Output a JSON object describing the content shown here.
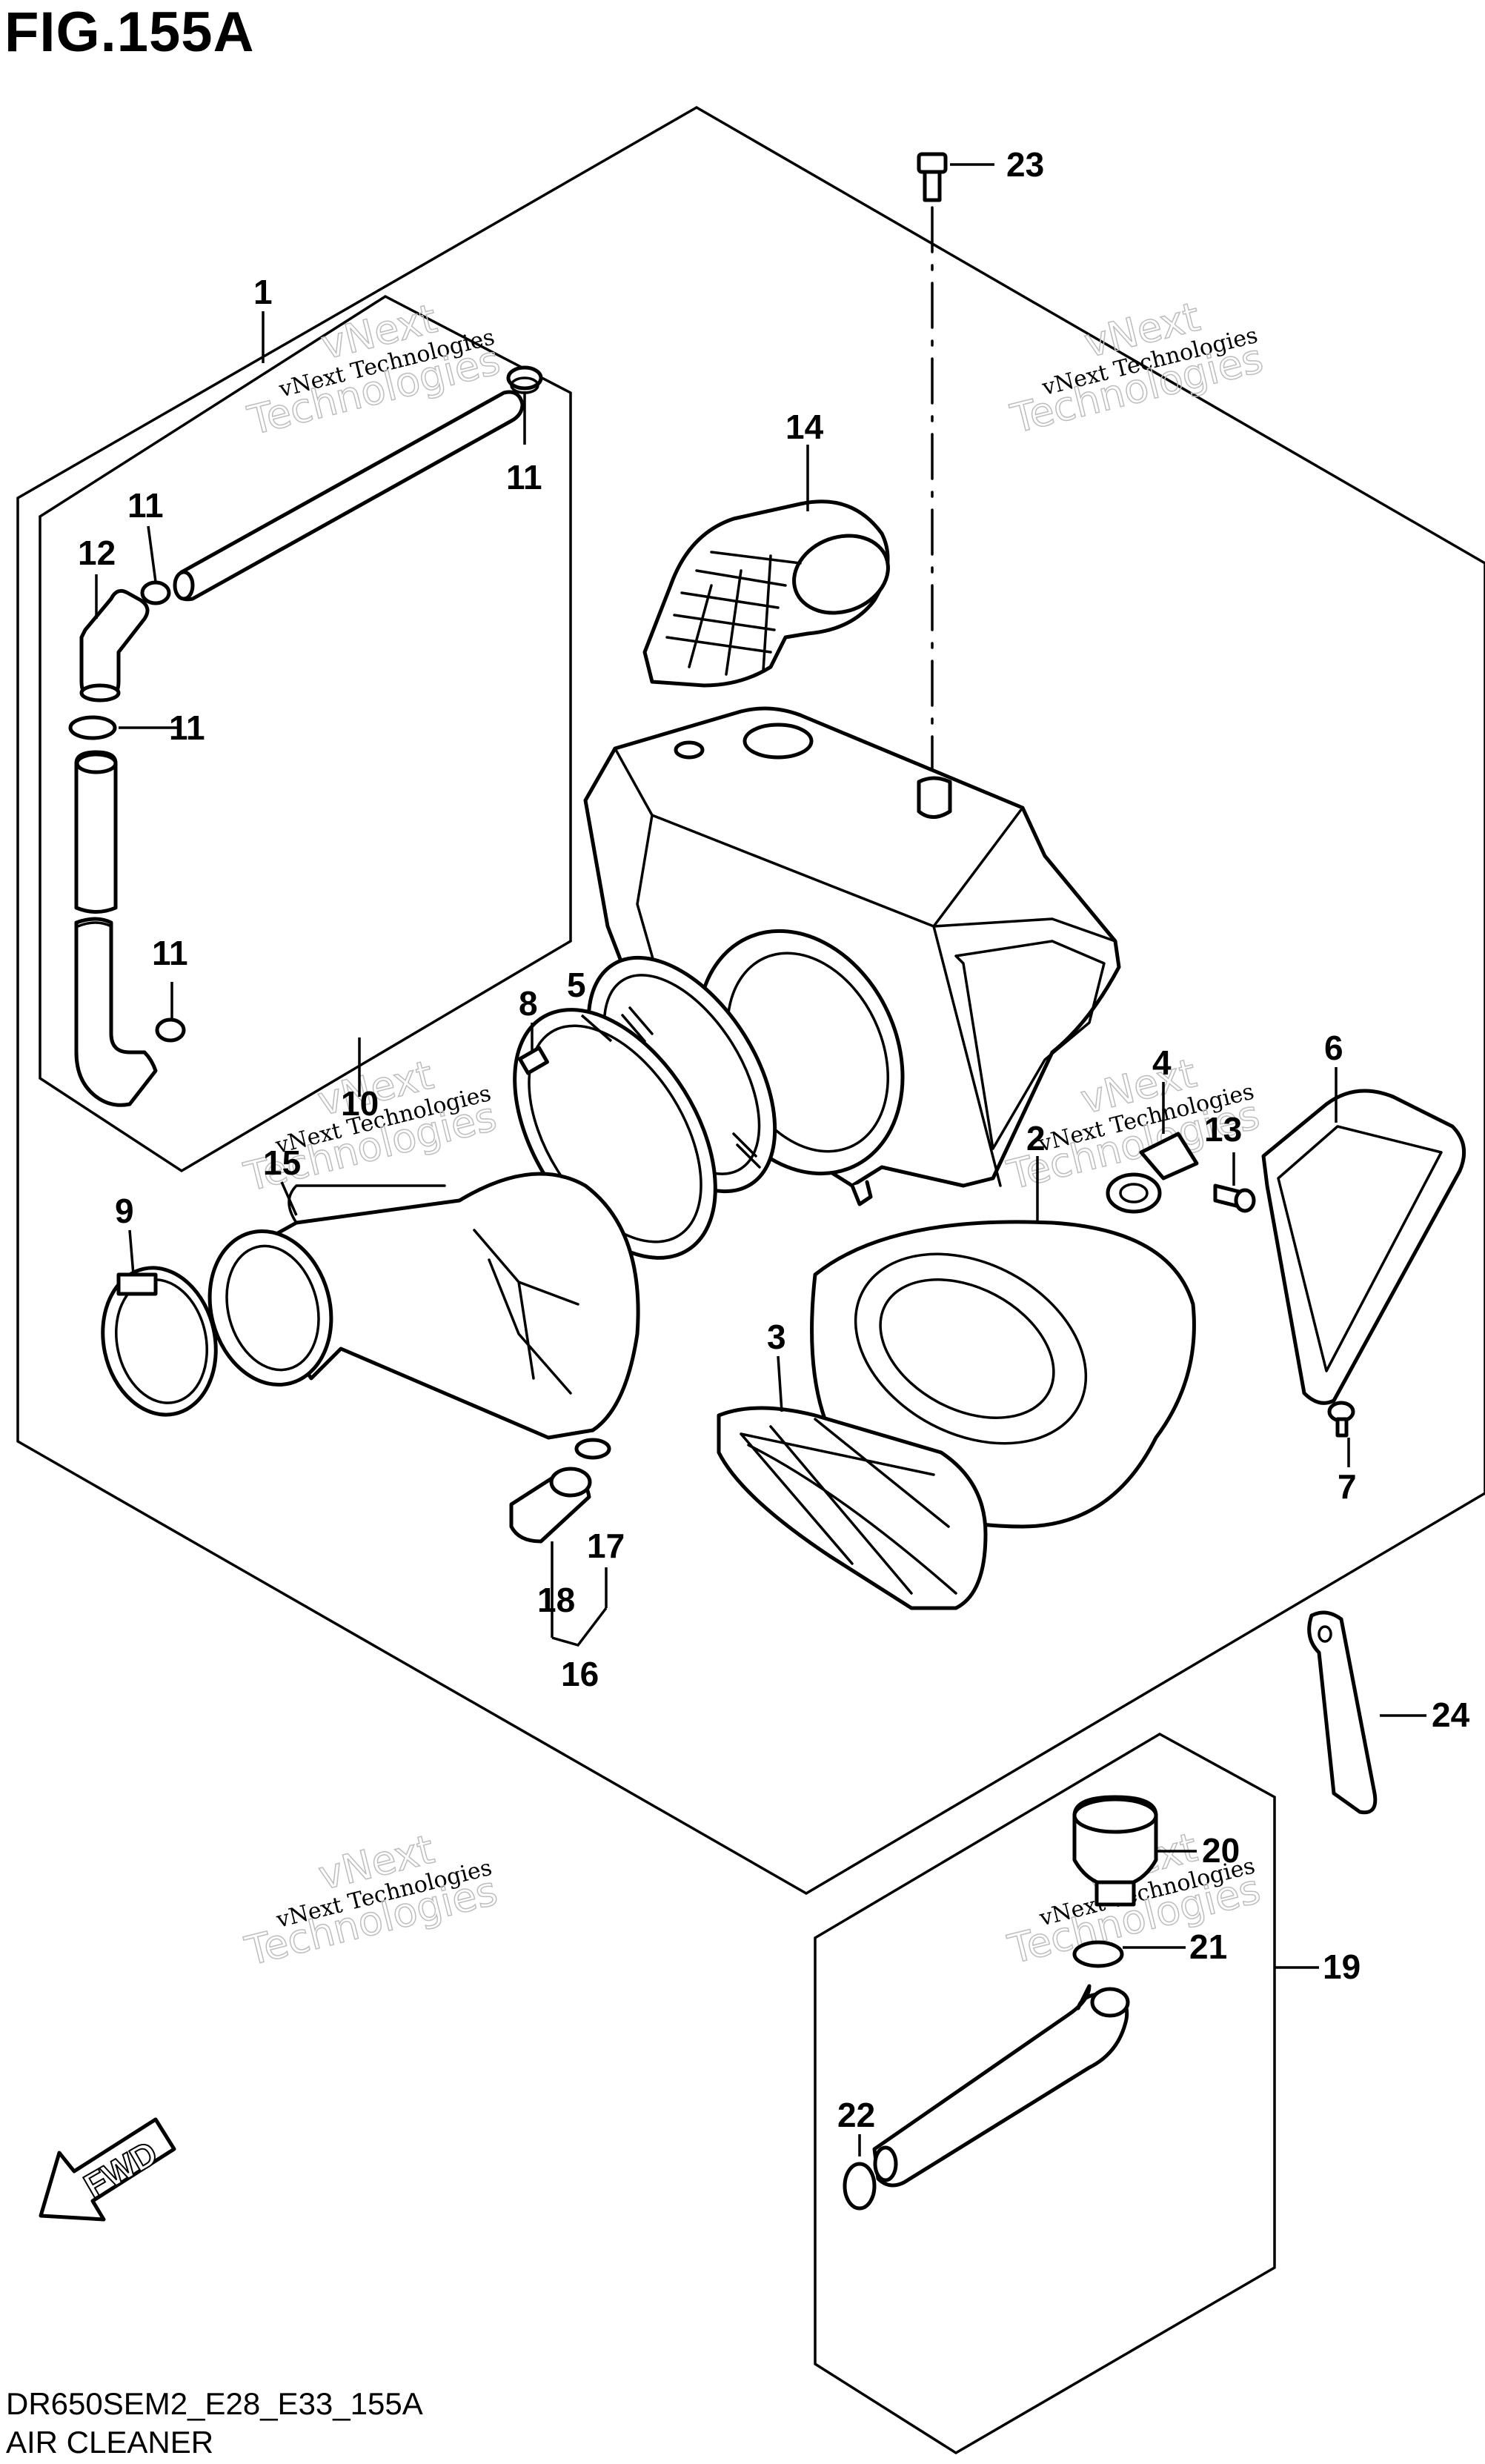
{
  "figure": {
    "title": "FIG.155A",
    "model_code": "DR650SEM2_E28_E33_155A",
    "section_name": "AIR CLEANER"
  },
  "fwd_label": "FWD",
  "watermark": {
    "line1": "vNext Technologies",
    "line2": "vNext",
    "line3": "Technologies"
  },
  "callouts": [
    "1",
    "2",
    "3",
    "4",
    "5",
    "6",
    "7",
    "8",
    "9",
    "10",
    "11",
    "12",
    "13",
    "14",
    "15",
    "16",
    "17",
    "18",
    "19",
    "20",
    "21",
    "22",
    "23",
    "24"
  ],
  "icons": {
    "fwd_arrow": "fwd-arrow-icon"
  }
}
